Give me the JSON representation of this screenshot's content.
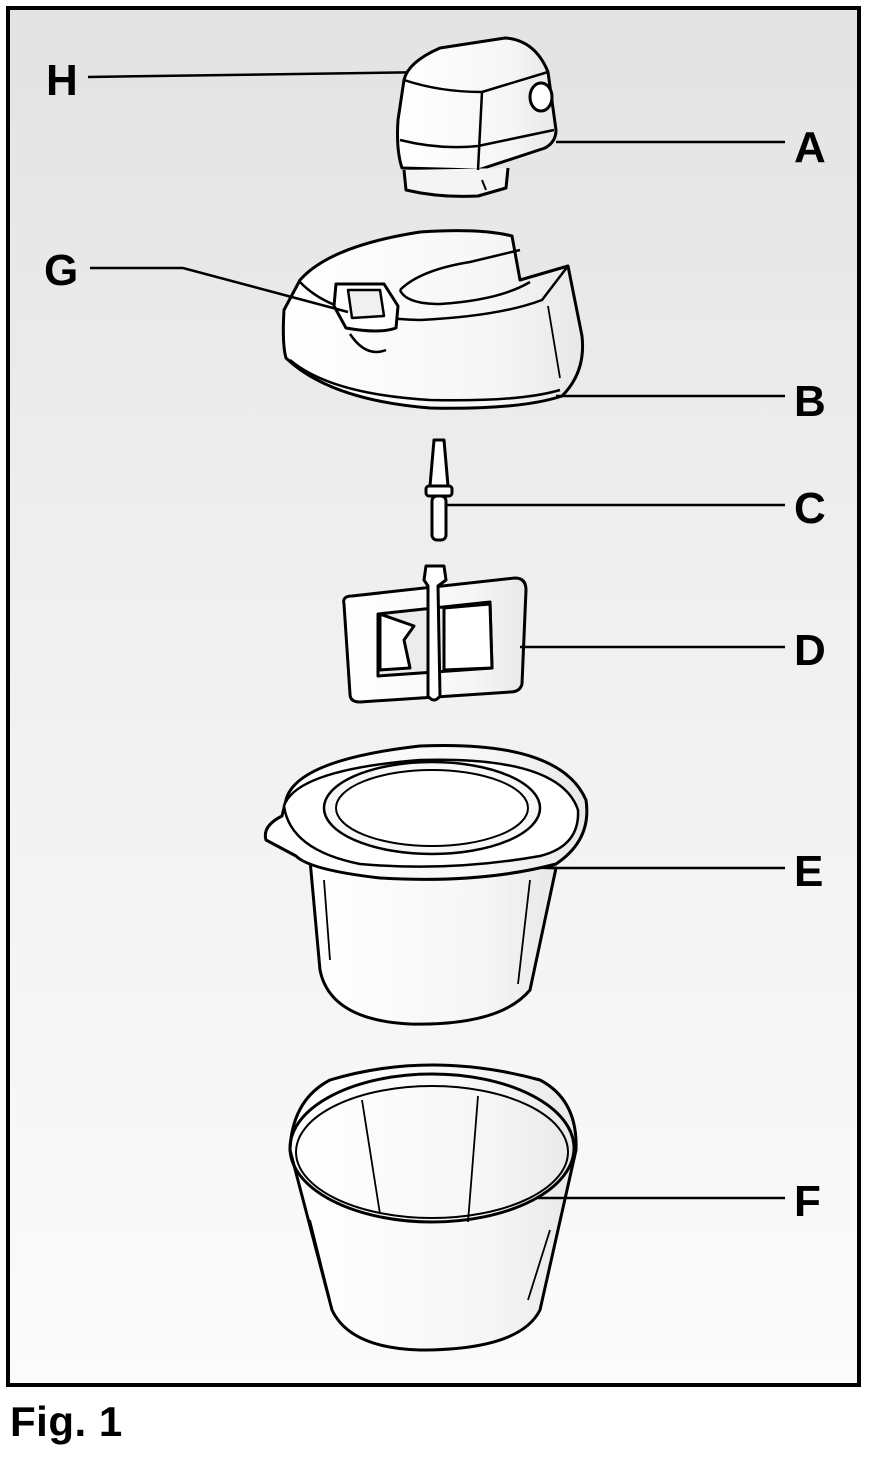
{
  "labels": {
    "a": "A",
    "b": "B",
    "c": "C",
    "d": "D",
    "e": "E",
    "f": "F",
    "g": "G",
    "h": "H"
  },
  "caption": "Fig. 1",
  "colors": {
    "frame": "#000000",
    "part_fill": "#ffffff",
    "part_shade": "#f2f2f2",
    "stroke": "#000000"
  }
}
